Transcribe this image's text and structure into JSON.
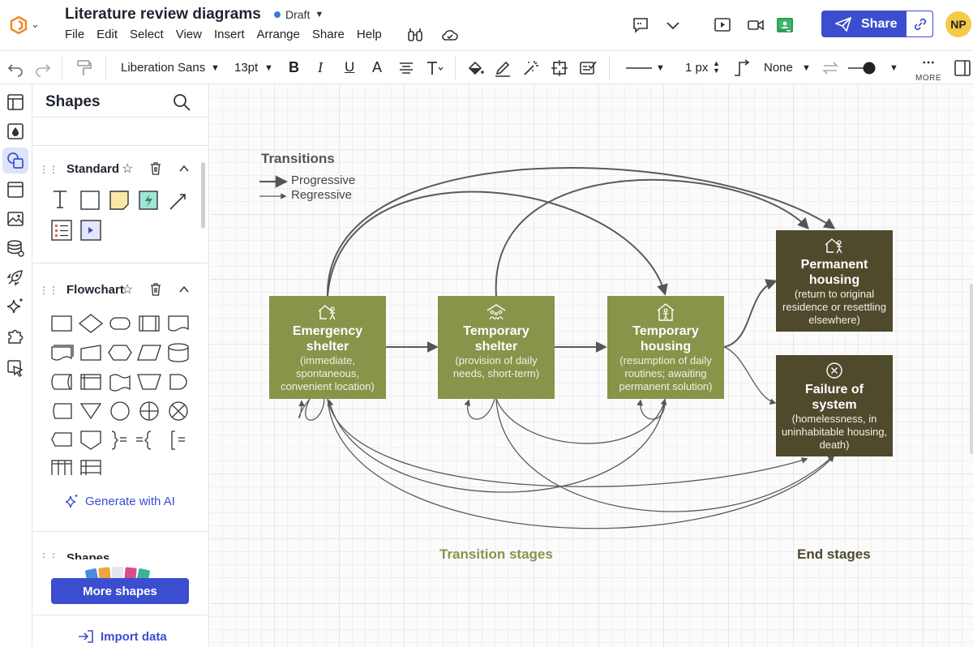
{
  "header": {
    "doc_title": "Literature review diagrams",
    "status": "Draft",
    "menu": [
      "File",
      "Edit",
      "Select",
      "View",
      "Insert",
      "Arrange",
      "Share",
      "Help"
    ],
    "share_label": "Share",
    "avatar_initials": "NP"
  },
  "toolbar": {
    "font_family": "Liberation Sans",
    "font_size": "13pt",
    "bold": "B",
    "italic": "I",
    "underline": "U",
    "text_color": "A",
    "line_width": "1 px",
    "line_end": "None",
    "more_label": "MORE"
  },
  "panel": {
    "title": "Shapes",
    "sections": [
      {
        "name": "Standard"
      },
      {
        "name": "Flowchart"
      },
      {
        "name": "Shapes"
      }
    ],
    "generate_ai": "Generate with AI",
    "more_shapes": "More shapes",
    "import_data": "Import data"
  },
  "diagram": {
    "legend_title": "Transitions",
    "legend_progressive": "Progressive",
    "legend_regressive": "Regressive",
    "nodes": [
      {
        "title": "Emergency shelter",
        "desc": "(immediate, spontaneous, convenient location)"
      },
      {
        "title": "Temporary shelter",
        "desc": "(provision of daily needs, short-term)"
      },
      {
        "title": "Temporary housing",
        "desc": "(resumption of daily routines; awaiting permanent solution)"
      },
      {
        "title": "Permanent housing",
        "desc": "(return to original residence or resettling elsewhere)"
      },
      {
        "title": "Failure of system",
        "desc": "(homelessness, in uninhabitable housing, death)"
      }
    ],
    "stage_transition": "Transition stages",
    "stage_end": "End stages",
    "colors": {
      "stage_green": "#87944a",
      "end_dark": "#4f4a2c",
      "accent": "#3b4ed0"
    }
  }
}
